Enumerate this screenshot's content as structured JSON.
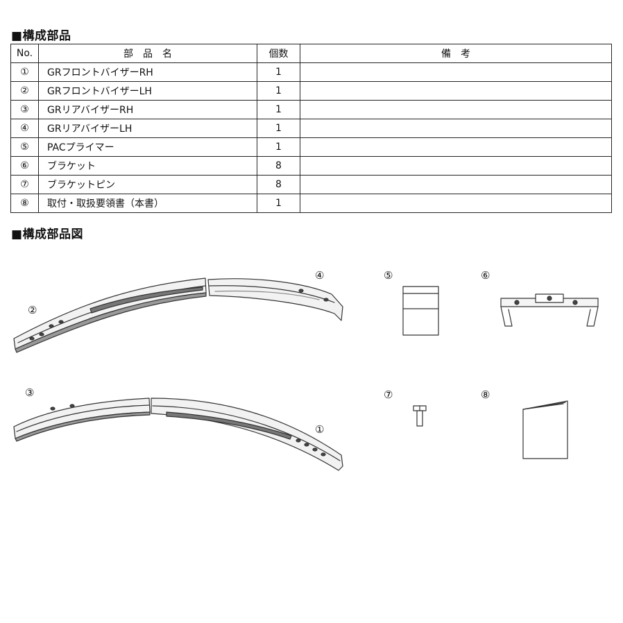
{
  "section1_title": "■構成部品",
  "section2_title": "■構成部品図",
  "table": {
    "headers": {
      "no": "No.",
      "name": "部　品　名",
      "qty": "個数",
      "remarks": "備　考"
    },
    "rows": [
      {
        "no": "①",
        "name": "GRフロントバイザーRH",
        "qty": "1",
        "remarks": ""
      },
      {
        "no": "②",
        "name": "GRフロントバイザーLH",
        "qty": "1",
        "remarks": ""
      },
      {
        "no": "③",
        "name": "GRリアバイザーRH",
        "qty": "1",
        "remarks": ""
      },
      {
        "no": "④",
        "name": "GRリアバイザーLH",
        "qty": "1",
        "remarks": ""
      },
      {
        "no": "⑤",
        "name": "PACプライマー",
        "qty": "1",
        "remarks": ""
      },
      {
        "no": "⑥",
        "name": "ブラケット",
        "qty": "8",
        "remarks": ""
      },
      {
        "no": "⑦",
        "name": "ブラケットピン",
        "qty": "8",
        "remarks": ""
      },
      {
        "no": "⑧",
        "name": "取付・取扱要領書（本書）",
        "qty": "1",
        "remarks": ""
      }
    ]
  },
  "diagram_labels": {
    "c1": "①",
    "c2": "②",
    "c3": "③",
    "c4": "④",
    "c5": "⑤",
    "c6": "⑥",
    "c7": "⑦",
    "c8": "⑧"
  }
}
